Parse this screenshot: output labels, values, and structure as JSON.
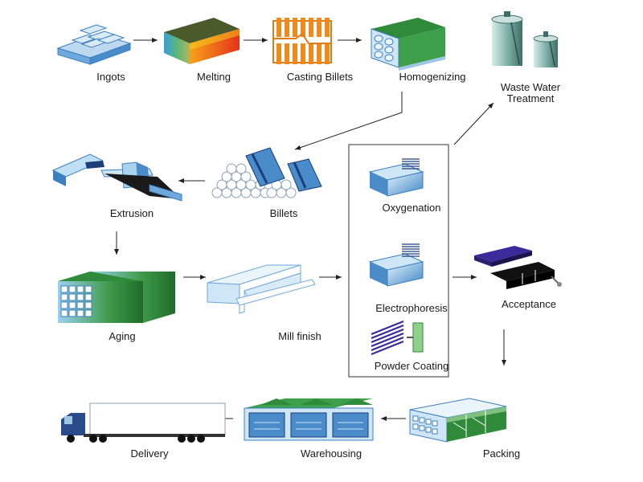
{
  "steps": {
    "ingots": "Ingots",
    "melting": "Melting",
    "casting_billets": "Casting Billets",
    "homogenizing": "Homogenizing",
    "waste_water_line1": "Waste Water",
    "waste_water_line2": "Treatment",
    "extrusion": "Extrusion",
    "billets": "Billets",
    "oxygenation": "Oxygenation",
    "aging": "Aging",
    "mill_finish": "Mill finish",
    "electrophoresis": "Electrophoresis",
    "acceptance": "Acceptance",
    "powder_coating": "Powder Coating",
    "delivery": "Delivery",
    "warehousing": "Warehousing",
    "packing": "Packing"
  },
  "colors": {
    "steel_blue": "#5b9bd5",
    "light_blue": "#cfe6f7",
    "green": "#2f8a3a",
    "orange": "#f08a1c",
    "purple": "#3a2a9a",
    "black": "#111111"
  }
}
